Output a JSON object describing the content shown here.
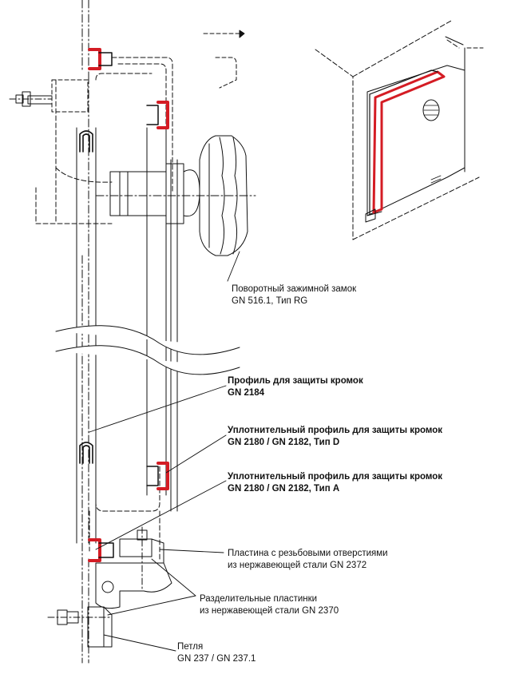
{
  "colors": {
    "line": "#111111",
    "seal": "#d41c24",
    "background": "#ffffff"
  },
  "labels": {
    "cam_latch": {
      "line1": "Поворотный зажимной замок",
      "line2": "GN 516.1, Тип RG"
    },
    "edge_profile": {
      "line1": "Профиль для защиты кромок",
      "line2": "GN 2184"
    },
    "seal_profile_d": {
      "line1": "Уплотнительный профиль для защиты кромок",
      "line2": "GN 2180 / GN 2182, Тип D"
    },
    "seal_profile_a": {
      "line1": "Уплотнительный профиль для защиты кромок",
      "line2": "GN 2180 / GN 2182, Тип A"
    },
    "tapped_plate": {
      "line1": "Пластина с резьбовыми отверстиями",
      "line2": "из нержавеющей стали GN 2372"
    },
    "spacer_plates": {
      "line1": "Разделительные пластинки",
      "line2": "из нержавеющей стали GN 2370"
    },
    "hinge": {
      "line1": "Петля",
      "line2": "GN 237 / GN 237.1"
    }
  }
}
